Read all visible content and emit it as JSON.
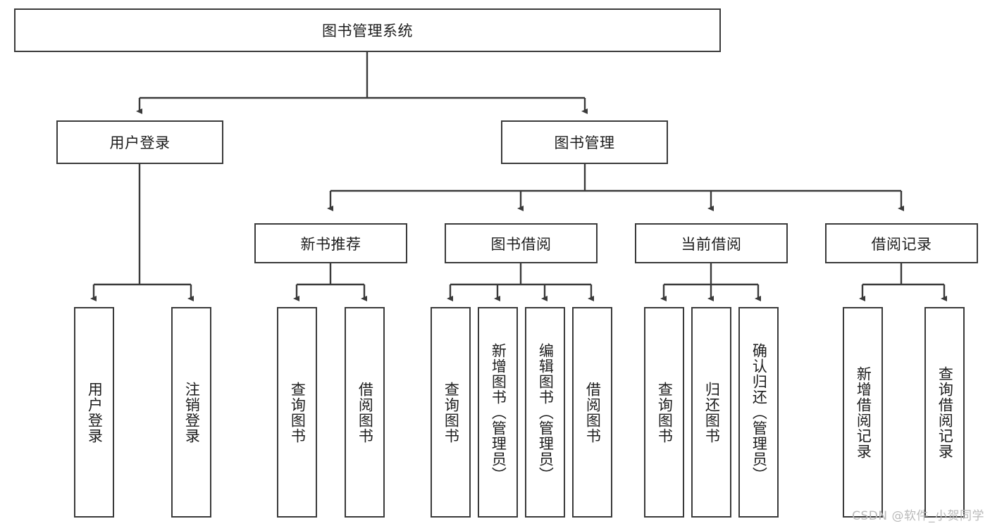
{
  "diagram": {
    "title": "图书管理系统",
    "watermark": "CSDN @软件_小贺同学",
    "colors": {
      "border": "#3a3a3a",
      "fill": "#ffffff",
      "text": "#1d1d1d",
      "connector": "#3a3a3a",
      "watermark": "#b9b9b9"
    },
    "root": {
      "label": "图书管理系统"
    },
    "level2": [
      {
        "label": "用户登录"
      },
      {
        "label": "图书管理"
      }
    ],
    "level3": [
      {
        "label": "新书推荐"
      },
      {
        "label": "图书借阅"
      },
      {
        "label": "当前借阅"
      },
      {
        "label": "借阅记录"
      }
    ],
    "leaves": {
      "user_login": [
        {
          "label": "用户登录"
        },
        {
          "label": "注销登录"
        }
      ],
      "new_book": [
        {
          "label": "查询图书"
        },
        {
          "label": "借阅图书"
        }
      ],
      "book_borrow": [
        {
          "label": "查询图书"
        },
        {
          "label": "新增图书（管理员）"
        },
        {
          "label": "编辑图书（管理员）"
        },
        {
          "label": "借阅图书"
        }
      ],
      "current_borrow": [
        {
          "label": "查询图书"
        },
        {
          "label": "归还图书"
        },
        {
          "label": "确认归还（管理员）"
        }
      ],
      "borrow_record": [
        {
          "label": "新增借阅记录"
        },
        {
          "label": "查询借阅记录"
        }
      ]
    }
  }
}
